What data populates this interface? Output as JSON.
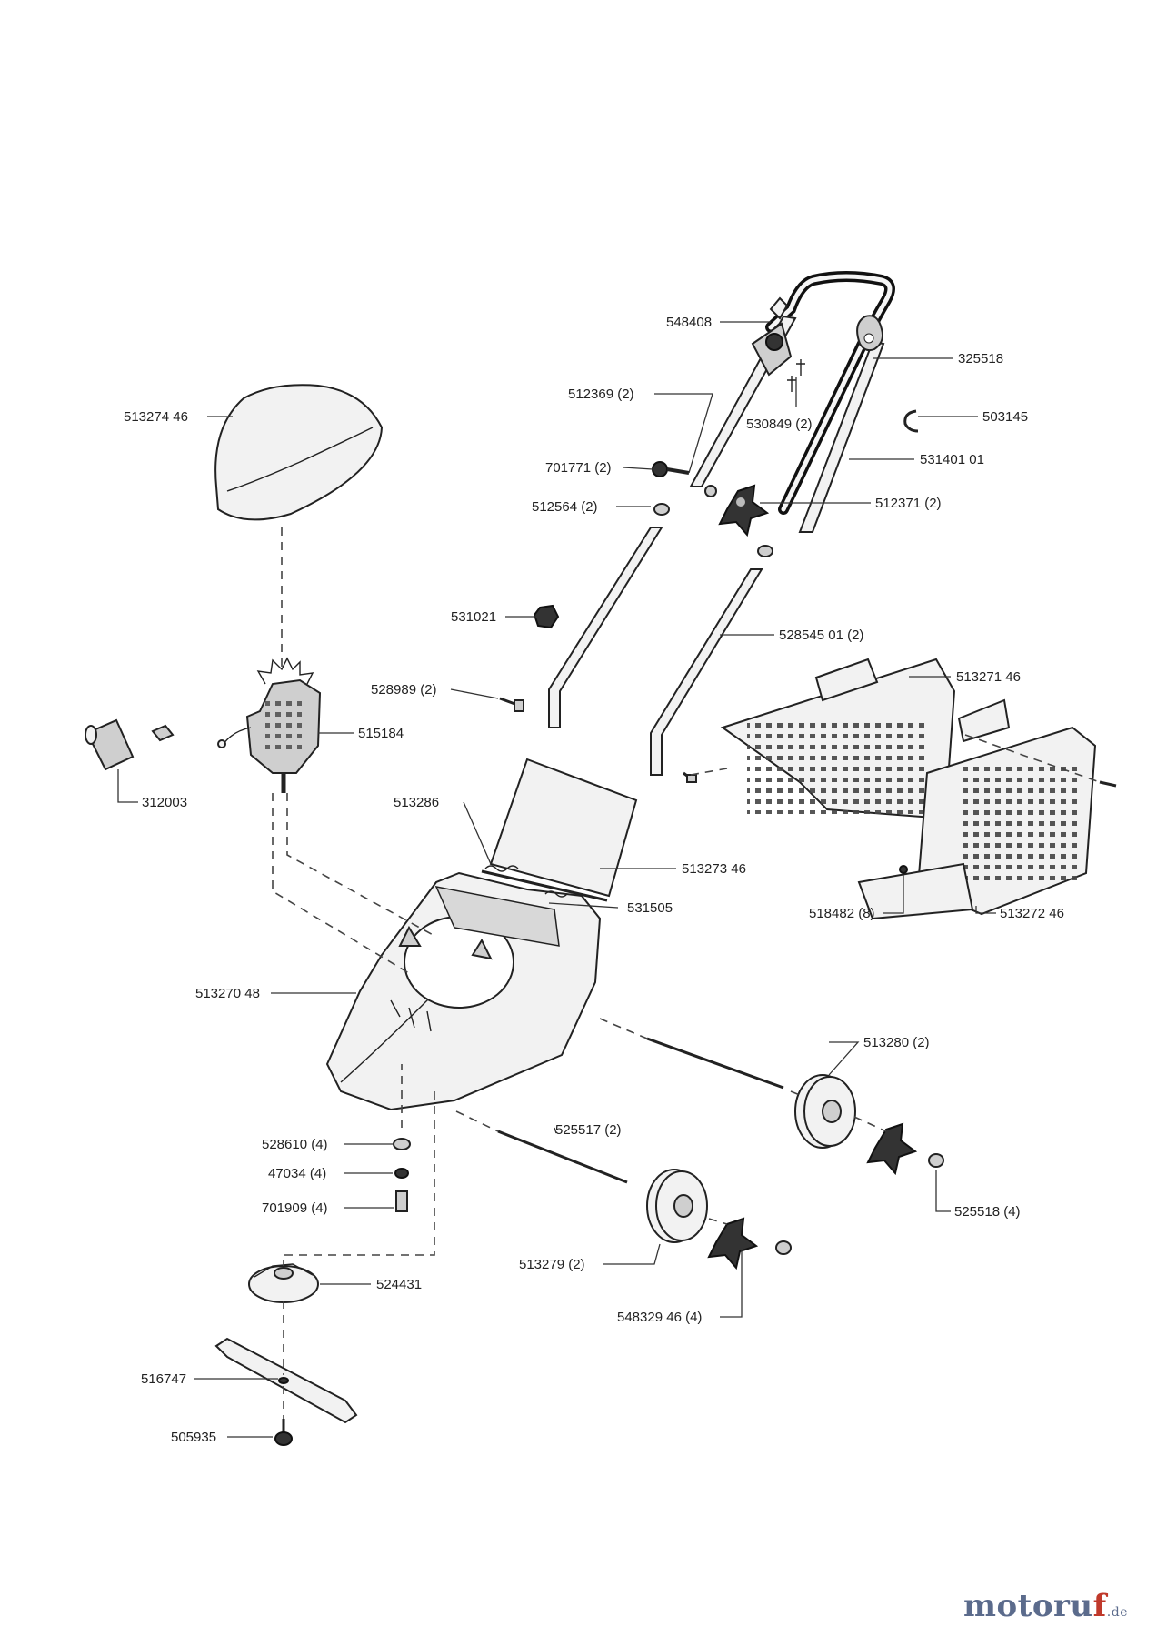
{
  "diagram": {
    "labels": {
      "p548408": "548408",
      "p325518": "325518",
      "p512369": "512369 (2)",
      "p530849": "530849 (2)",
      "p503145": "503145",
      "p513274": "513274 46",
      "p531401": "531401 01",
      "p701771": "701771 (2)",
      "p512564": "512564 (2)",
      "p512371": "512371 (2)",
      "p531021": "531021",
      "p528545": "528545 01 (2)",
      "p528989": "528989 (2)",
      "p513271": "513271 46",
      "p515184": "515184",
      "p312003": "312003",
      "p513286": "513286",
      "p513273": "513273 46",
      "p531505": "531505",
      "p518482": "518482 (8)",
      "p513272": "513272 46",
      "p513270": "513270 48",
      "p513280": "513280  (2)",
      "p528610": "528610  (4)",
      "p525517": "525517 (2)",
      "p47034": "47034  (4)",
      "p525518": "525518 (4)",
      "p701909": "701909  (4)",
      "p513279": "513279  (2)",
      "p524431": "524431",
      "p548329": "548329 46  (4)",
      "p516747": "516747",
      "p505935": "505935"
    }
  },
  "logo": {
    "main": "motoru",
    "accent": "f",
    "tld": ".de"
  }
}
